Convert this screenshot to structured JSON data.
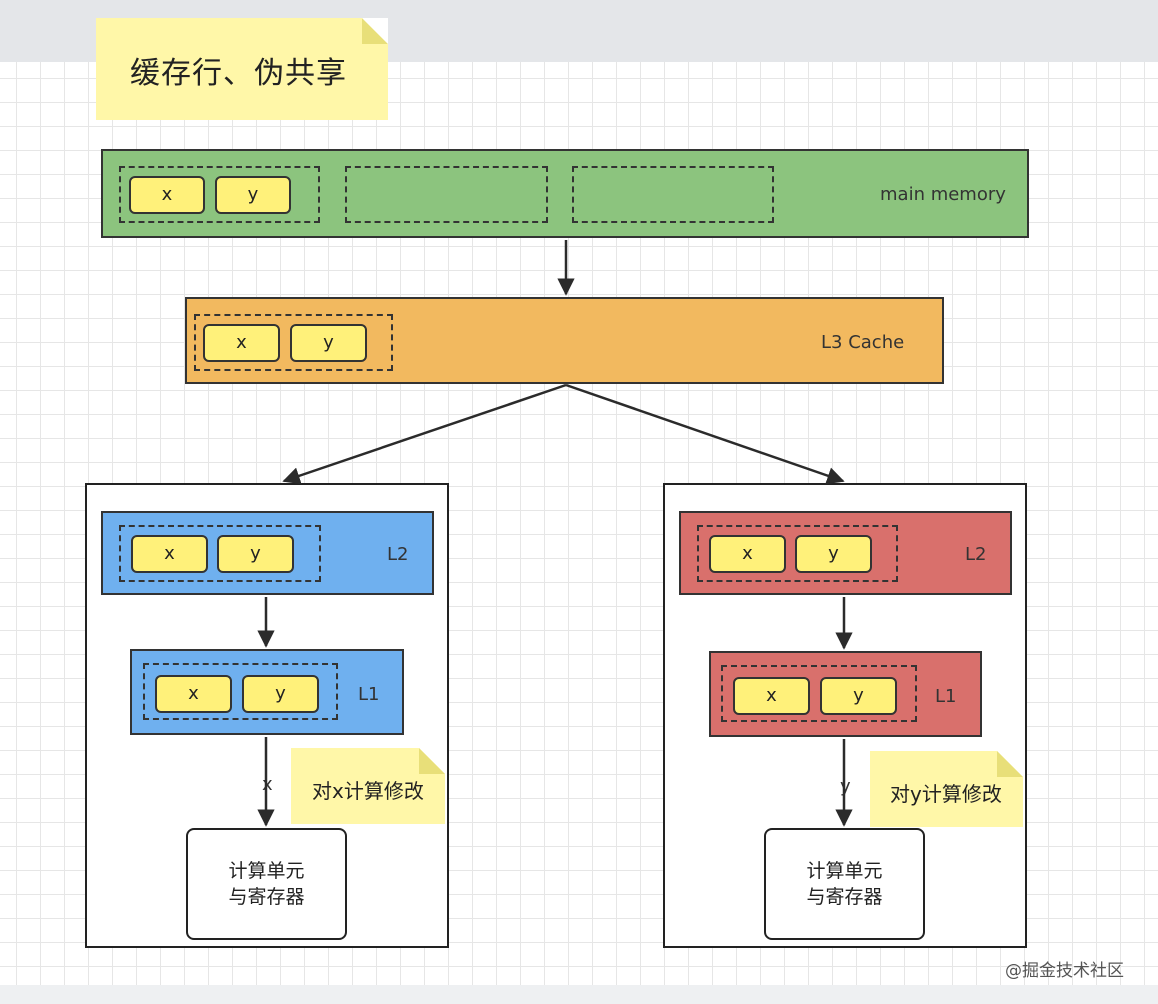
{
  "title": "缓存行、伪共享",
  "cell_x": "x",
  "cell_y": "y",
  "main_memory_label": "main memory",
  "l3_label": "L3 Cache",
  "left_core": {
    "l2_label": "L2",
    "l1_label": "L1",
    "edge_label": "x",
    "note": "对x计算修改",
    "unit_line1": "计算单元",
    "unit_line2": "与寄存器"
  },
  "right_core": {
    "l2_label": "L2",
    "l1_label": "L1",
    "edge_label": "y",
    "note": "对y计算修改",
    "unit_line1": "计算单元",
    "unit_line2": "与寄存器"
  },
  "watermark": "@掘金技术社区",
  "colors": {
    "main_memory": "#8cc47e",
    "l3": "#f2b95f",
    "left_cache": "#6fb0ef",
    "right_cache": "#d9706c",
    "cell": "#fff17a",
    "note": "#fff7a8"
  }
}
